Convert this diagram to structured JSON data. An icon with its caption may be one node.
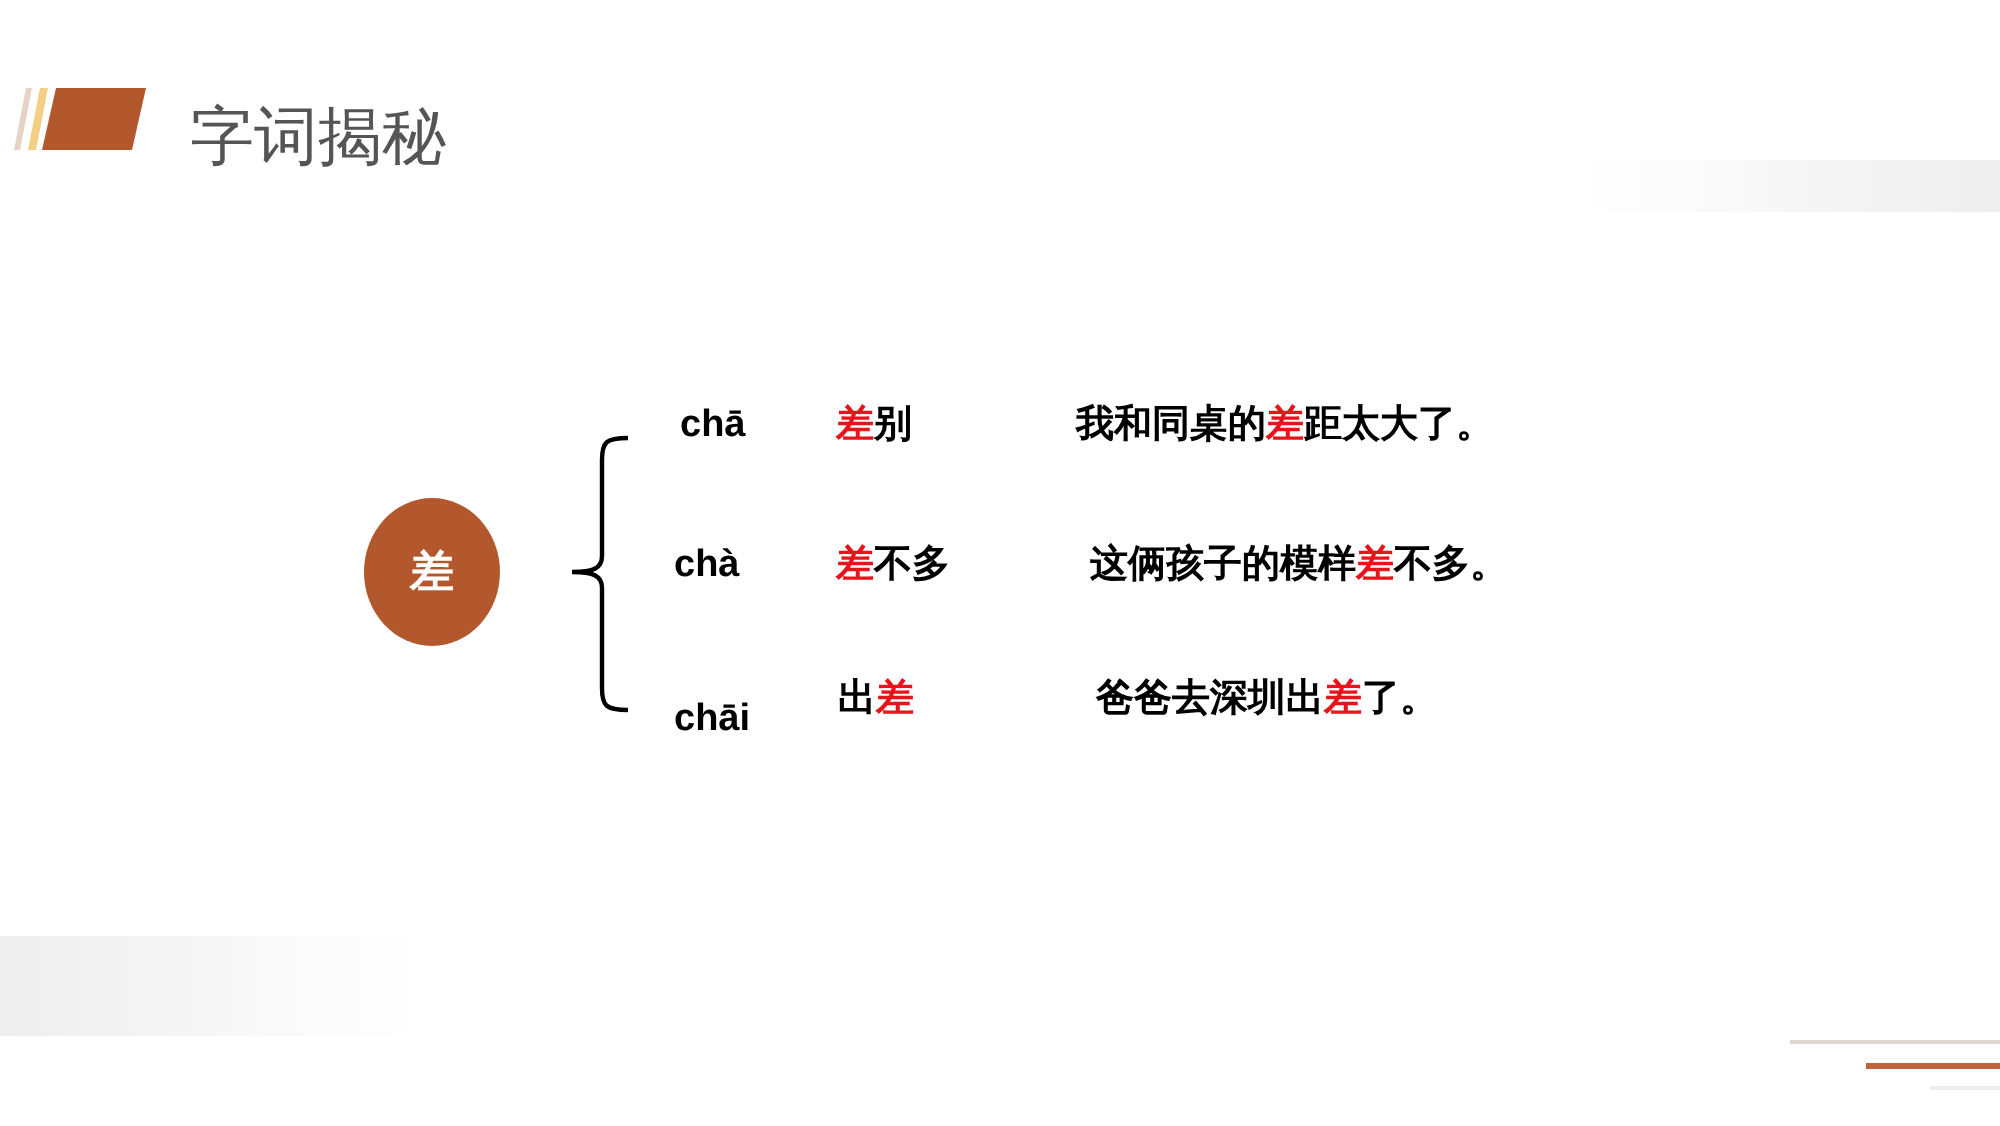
{
  "diagram": {
    "title": "字词揭秘",
    "nodes": [
      {
        "text": [
          "差"
        ]
      }
    ],
    "labels": [
      "chā",
      "**差**别",
      "我和同桌的**差**距太大了。",
      "chà",
      "**差**不多",
      "这俩孩子的模样**差**不多。",
      "chāi",
      "出**差**",
      "爸爸去深圳出**差**了。"
    ]
  }
}
